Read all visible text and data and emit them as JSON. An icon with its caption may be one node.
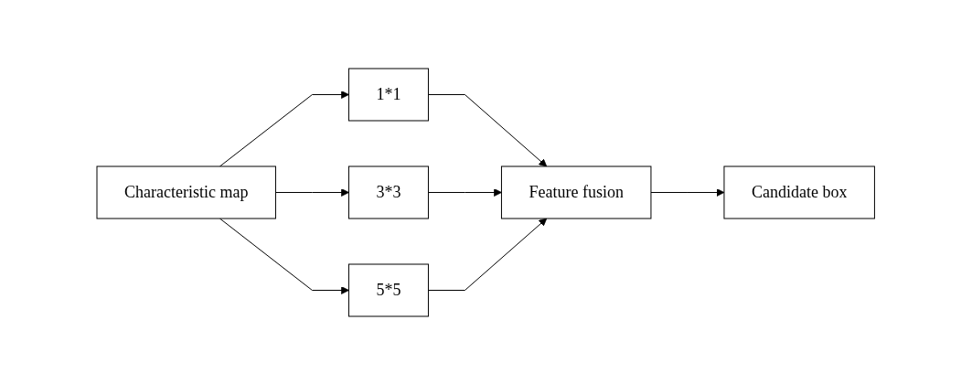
{
  "diagram": {
    "nodes": [
      {
        "text": [
          "Characteristic map"
        ]
      },
      {
        "text": [
          "1*1"
        ]
      },
      {
        "text": [
          "3*3"
        ]
      },
      {
        "text": [
          "5*5"
        ]
      },
      {
        "text": [
          "Feature fusion"
        ]
      },
      {
        "text": [
          "Candidate box"
        ]
      }
    ],
    "edges": [
      {
        "from": 0,
        "to": 1,
        "arrow": "to"
      },
      {
        "from": 0,
        "to": 2,
        "arrow": "to"
      },
      {
        "from": 0,
        "to": 3,
        "arrow": "to"
      },
      {
        "from": 1,
        "to": 4,
        "arrow": "to"
      },
      {
        "from": 2,
        "to": 4,
        "arrow": "to"
      },
      {
        "from": 3,
        "to": 4,
        "arrow": "to"
      },
      {
        "from": 4,
        "to": 5,
        "arrow": "to"
      }
    ]
  }
}
